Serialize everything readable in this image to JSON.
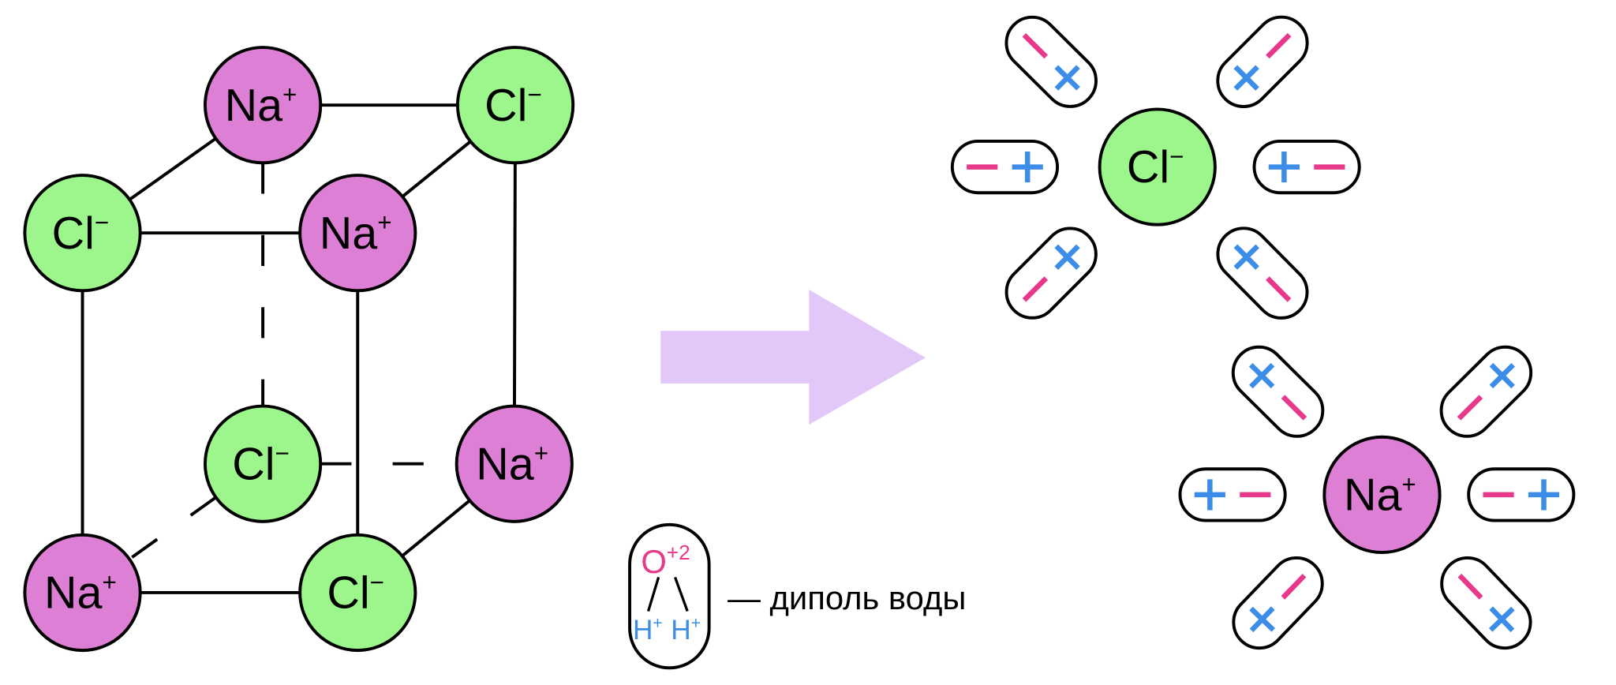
{
  "colors": {
    "sodium_fill": "#dd7fd5",
    "chloride_fill": "#9cf68c",
    "arrow": "#e2c8f8",
    "minus": "#e8388a",
    "plus": "#3b8de8",
    "outline": "#000000"
  },
  "ions": {
    "sodium": {
      "symbol": "Na",
      "charge": "+"
    },
    "chloride": {
      "symbol": "Cl",
      "charge": "−"
    }
  },
  "dipole_signs": {
    "plus": "+",
    "minus": "−"
  },
  "legend": {
    "oxygen": "O",
    "oxygen_charge": "+2",
    "hydrogen": "H",
    "hydrogen_charge": "+",
    "text": "— диполь воды"
  }
}
